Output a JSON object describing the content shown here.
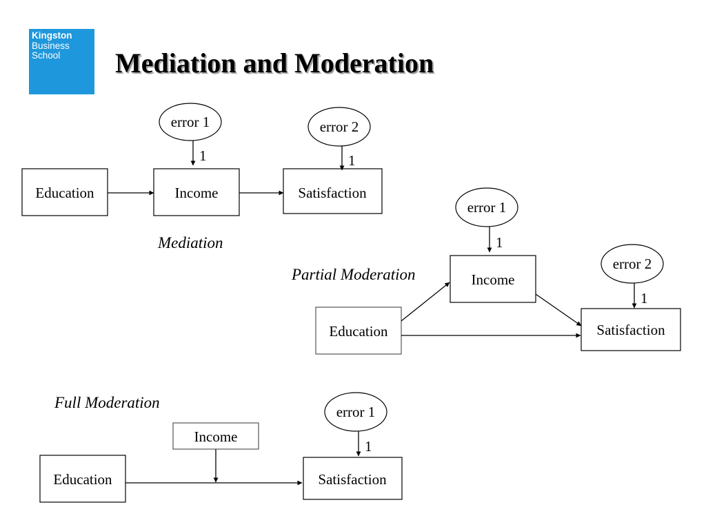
{
  "logo": {
    "line1": "Kingston",
    "line2": "Business",
    "line3": "School"
  },
  "title": "Mediation and Moderation",
  "mediation": {
    "caption": "Mediation",
    "education": "Education",
    "income": "Income",
    "satisfaction": "Satisfaction",
    "error1": "error 1",
    "error2": "error 2",
    "weight1": "1",
    "weight2": "1"
  },
  "partial": {
    "caption": "Partial Moderation",
    "education": "Education",
    "income": "Income",
    "satisfaction": "Satisfaction",
    "error1": "error 1",
    "error2": "error 2",
    "weight1": "1",
    "weight2": "1"
  },
  "full": {
    "caption": "Full Moderation",
    "education": "Education",
    "income": "Income",
    "satisfaction": "Satisfaction",
    "error1": "error 1",
    "weight1": "1"
  }
}
